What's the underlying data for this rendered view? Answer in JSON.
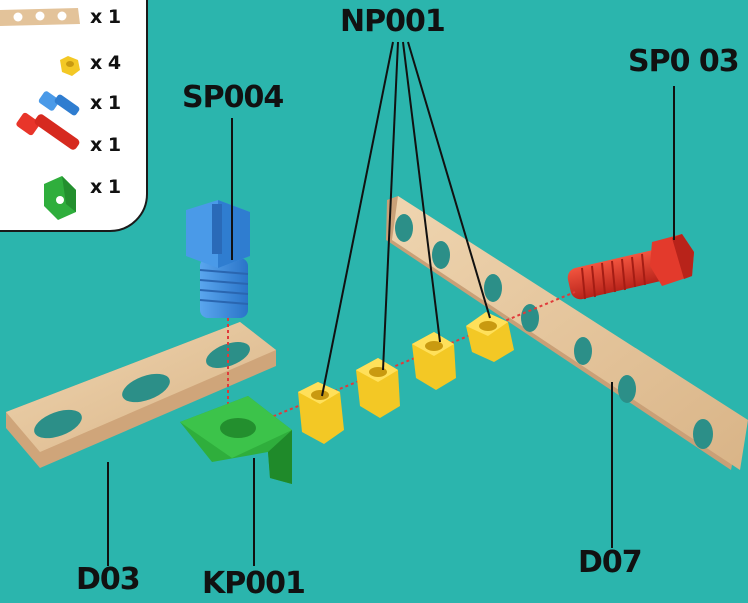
{
  "parts_list": [
    {
      "icon": "wood-strip-icon",
      "quantity": "x 1"
    },
    {
      "icon": "yellow-nut-icon",
      "quantity": "x 4"
    },
    {
      "icon": "blue-screw-icon",
      "quantity": "x 1"
    },
    {
      "icon": "red-screw-icon",
      "quantity": "x 1"
    },
    {
      "icon": "green-bracket-icon",
      "quantity": "x 1"
    }
  ],
  "labels": {
    "np001": "NP001",
    "sp003": "SP0 03",
    "sp004": "SP004",
    "d03": "D03",
    "kp001": "KP001",
    "d07": "D07"
  },
  "colors": {
    "background": "#2bb5ad",
    "wood": "#e8c9a0",
    "nut": "#f3c825",
    "blue_screw": "#3d8fe0",
    "red_screw": "#e8352a",
    "green_bracket": "#2fae3c",
    "guide_line": "#e03a3a"
  }
}
